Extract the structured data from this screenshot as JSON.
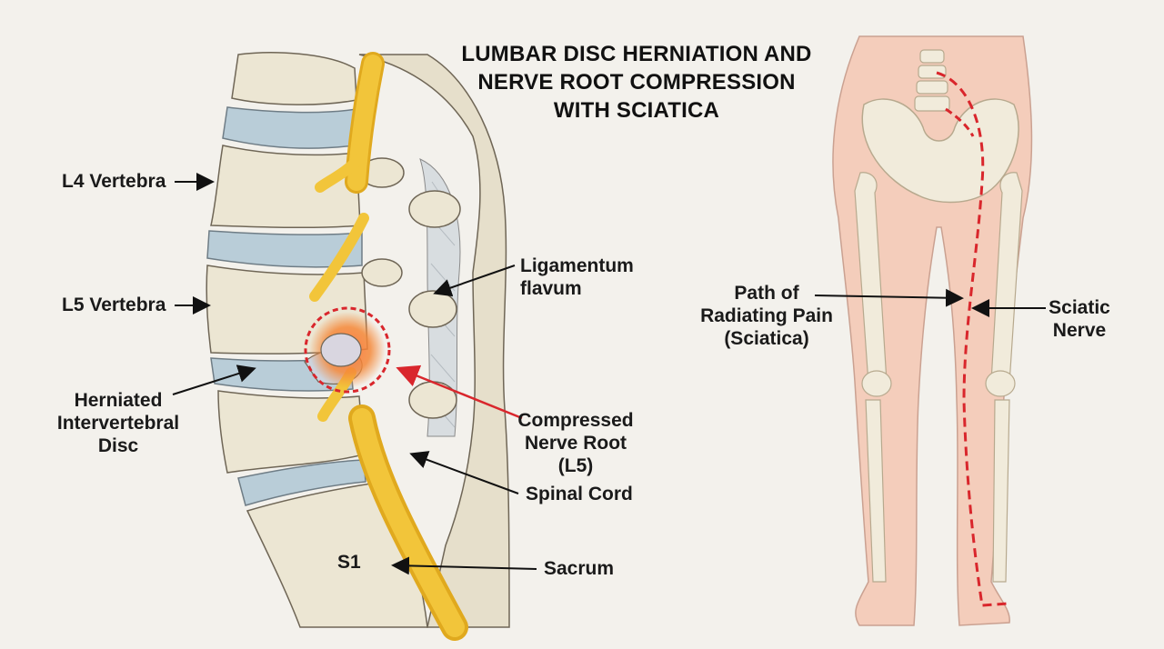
{
  "title": {
    "line1": "LUMBAR DISC HERNIATION AND",
    "line2": "NERVE ROOT COMPRESSION",
    "line3": "WITH SCIATICA"
  },
  "labels": {
    "l4": "L4 Vertebra",
    "l5": "L5 Vertebra",
    "herniated_1": "Herniated",
    "herniated_2": "Intervertebral",
    "herniated_3": "Disc",
    "lig_1": "Ligamentum",
    "lig_2": "flavum",
    "compressed_1": "Compressed",
    "compressed_2": "Nerve Root (L5)",
    "spinal_cord": "Spinal Cord",
    "s1": "S1",
    "sacrum": "Sacrum",
    "path_1": "Path of",
    "path_2": "Radiating Pain",
    "path_3": "(Sciatica)",
    "sciatic_1": "Sciatic",
    "sciatic_2": "Nerve"
  },
  "colors": {
    "background": "#f3f1ec",
    "bone": "#ece6d3",
    "disc": "#b9cdd8",
    "nerve": "#f2c53a",
    "skin": "#f4cdbb",
    "pain": "#d9262c"
  }
}
